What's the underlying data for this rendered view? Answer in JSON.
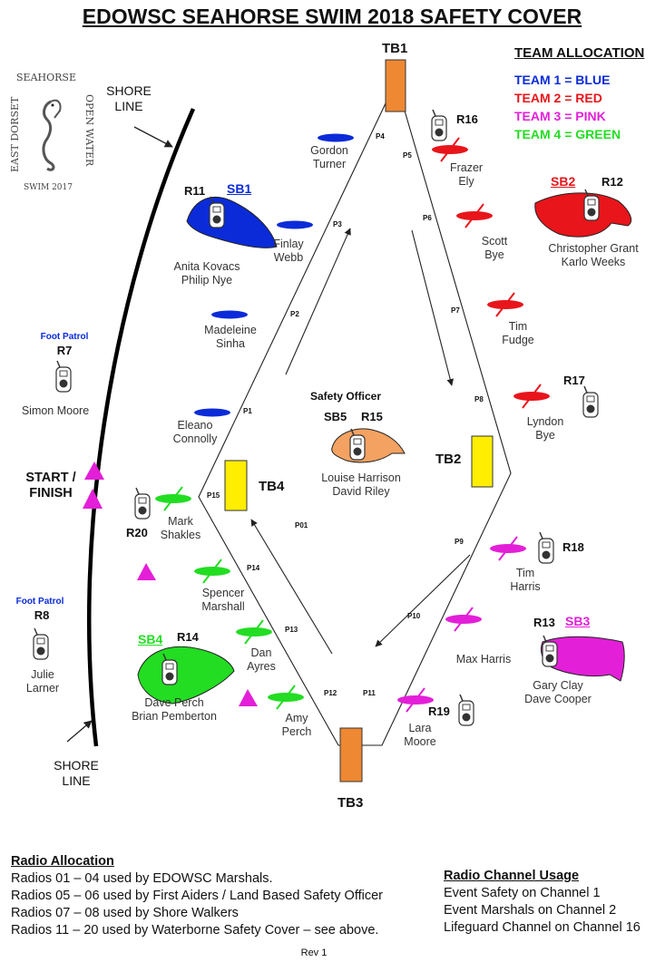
{
  "title": "EDOWSC SEAHORSE SWIM 2018 SAFETY COVER",
  "legend": {
    "heading": "TEAM ALLOCATION",
    "items": [
      {
        "label": "TEAM 1 = BLUE",
        "color": "#0b2bd9"
      },
      {
        "label": "TEAM 2 = RED",
        "color": "#e8151b"
      },
      {
        "label": "TEAM 3 = PINK",
        "color": "#e31fd8"
      },
      {
        "label": "TEAM 4 = GREEN",
        "color": "#22dd22"
      }
    ]
  },
  "logo": {
    "top": "SEAHORSE",
    "left": "EAST DORSET",
    "right": "OPEN WATER",
    "bottom": "SWIM 2017",
    "icon": "seahorse-icon"
  },
  "shore_line": {
    "upper": [
      "SHORE",
      "LINE"
    ],
    "lower": [
      "SHORE",
      "LINE"
    ]
  },
  "start_finish": [
    "START /",
    "FINISH"
  ],
  "turning_buoys": {
    "tb1": "TB1",
    "tb2": "TB2",
    "tb3": "TB3",
    "tb4": "TB4"
  },
  "course_points": {
    "p1": "P1",
    "p2": "P2",
    "p3": "P3",
    "p4": "P4",
    "p5": "P5",
    "p6": "P6",
    "p7": "P7",
    "p8": "P8",
    "p9": "P9",
    "p10": "P10",
    "p11": "P11",
    "p12": "P12",
    "p13": "P13",
    "p14": "P14",
    "p15": "P15",
    "p01": "P01"
  },
  "kayaks": {
    "blue": [
      {
        "name": [
          "Gordon",
          "Turner"
        ]
      },
      {
        "name": [
          "Finlay",
          "Webb"
        ]
      },
      {
        "name": [
          "Madeleine",
          "Sinha"
        ]
      },
      {
        "name": [
          "Eleano",
          "Connolly"
        ]
      }
    ],
    "red": [
      {
        "name": [
          "Frazer",
          "Ely"
        ]
      },
      {
        "name": [
          "Scott",
          "Bye"
        ]
      },
      {
        "name": [
          "Tim",
          "Fudge"
        ]
      },
      {
        "name": [
          "Lyndon",
          "Bye"
        ]
      }
    ],
    "pink": [
      {
        "name": [
          "Tim",
          "Harris"
        ]
      },
      {
        "name": [
          "Max Harris"
        ]
      },
      {
        "name": [
          "Lara",
          "Moore"
        ]
      }
    ],
    "green": [
      {
        "name": [
          "Mark",
          "Shakles"
        ]
      },
      {
        "name": [
          "Spencer",
          "Marshall"
        ]
      },
      {
        "name": [
          "Dan",
          "Ayres"
        ]
      },
      {
        "name": [
          "Amy",
          "Perch"
        ]
      }
    ]
  },
  "safety_boats": {
    "sb1": {
      "label": "SB1",
      "radio": "R11",
      "crew": [
        "Anita Kovacs",
        "Philip Nye"
      ]
    },
    "sb2": {
      "label": "SB2",
      "radio": "R12",
      "crew": [
        "Christopher Grant",
        "Karlo Weeks"
      ]
    },
    "sb3": {
      "label": "SB3",
      "radio": "R13",
      "crew": [
        "Gary Clay",
        "Dave Cooper"
      ]
    },
    "sb4": {
      "label": "SB4",
      "radio": "R14",
      "crew": [
        "Dave Perch",
        "Brian Pemberton"
      ]
    },
    "sb5": {
      "heading": "Safety Officer",
      "label": "SB5",
      "radio": "R15",
      "crew": [
        "Louise Harrison",
        "David  Riley"
      ]
    }
  },
  "radios": {
    "r16": "R16",
    "r17": "R17",
    "r18": "R18",
    "r19": "R19",
    "r20": "R20"
  },
  "foot_patrols": [
    {
      "heading": "Foot Patrol",
      "radio": "R7",
      "name": [
        "Simon Moore"
      ]
    },
    {
      "heading": "Foot Patrol",
      "radio": "R8",
      "name": [
        "Julie",
        "Larner"
      ]
    }
  ],
  "radio_allocation": {
    "heading": "Radio Allocation",
    "lines": [
      "Radios  01 – 04 used by EDOWSC Marshals.",
      "Radios  05 – 06 used by First Aiders / Land Based Safety Officer",
      "Radios  07 – 08 used by Shore Walkers",
      "Radios  11 – 20 used by Waterborne Safety Cover – see above."
    ]
  },
  "radio_channels": {
    "heading": "Radio Channel Usage",
    "lines": [
      "Event Safety on Channel 1",
      "Event Marshals on Channel 2",
      "Lifeguard Channel on Channel 16"
    ]
  },
  "revision": "Rev 1",
  "colors": {
    "blue": "#0b2bd9",
    "red": "#e8151b",
    "pink": "#e31fd8",
    "green": "#22dd22",
    "orange_buoy": "#ee8833",
    "yellow_buoy": "#ffee00",
    "sb5": "#f4a261"
  }
}
